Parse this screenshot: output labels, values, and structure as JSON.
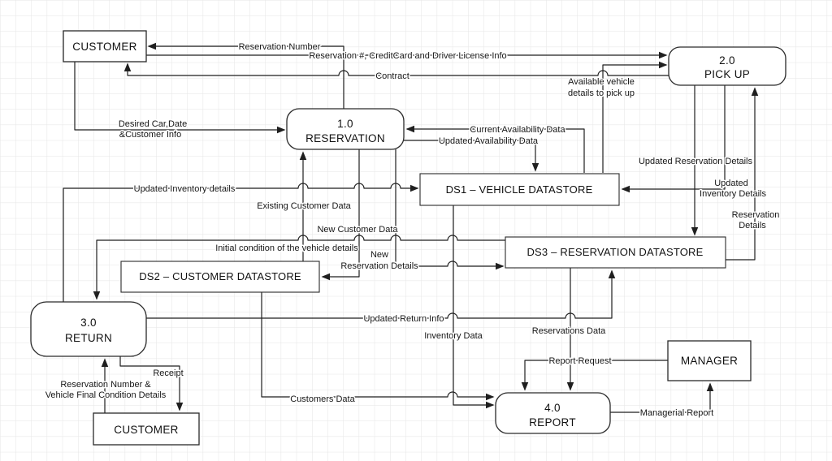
{
  "diagram": {
    "nodes": {
      "customer_top": {
        "label": "CUSTOMER"
      },
      "pickup": {
        "number": "2.0",
        "label": "PICK UP"
      },
      "reservation": {
        "number": "1.0",
        "label": "RESERVATION"
      },
      "ds1": {
        "label": "DS1 – VEHICLE DATASTORE"
      },
      "ds3": {
        "label": "DS3 – RESERVATION DATASTORE"
      },
      "ds2": {
        "label": "DS2 – CUSTOMER DATASTORE"
      },
      "return": {
        "number": "3.0",
        "label": "RETURN"
      },
      "manager": {
        "label": "MANAGER"
      },
      "report": {
        "number": "4.0",
        "label": "REPORT"
      },
      "customer_bottom": {
        "label": "CUSTOMER"
      }
    },
    "flows": {
      "reservation_number": "Reservation Number",
      "res_cc_license": "Reservation #, CreditCard and Driver License Info",
      "contract": "Contract",
      "available_vehicle_1": "Available vehicle",
      "available_vehicle_2": "details to pick up",
      "desired_car_1": "Desired Car,Date",
      "desired_car_2": "&Customer Info",
      "current_availability": "Current Availability Data",
      "updated_availability": "Updated Availability Data",
      "updated_reservation_details": "Updated Reservation Details",
      "updated_inventory_details_1": "Updated",
      "updated_inventory_details_2": "Inventory Details",
      "reservation_details_1": "Reservation",
      "reservation_details_2": "Details",
      "updated_inventory_left": "Updated Inventory details",
      "existing_customer": "Existing Customer Data",
      "new_customer": "New Customer Data",
      "initial_condition": "Initial condition of the vehicle details",
      "new_reservation_1": "New",
      "new_reservation_2": "Reservation Details",
      "updated_return": "Updated Return Info",
      "inventory_data": "Inventory Data",
      "reservations_data": "Reservations Data",
      "report_request": "Report Request",
      "managerial_report": "Managerial Report",
      "receipt": "Receipt",
      "res_num_vehicle_1": "Reservation Number &",
      "res_num_vehicle_2": "Vehicle Final Condition Details",
      "customers_data": "Customers Data"
    },
    "colors": {
      "line": "#1f1f1f",
      "grid": "#e5e5e5",
      "box_fill": "#ffffff"
    }
  }
}
